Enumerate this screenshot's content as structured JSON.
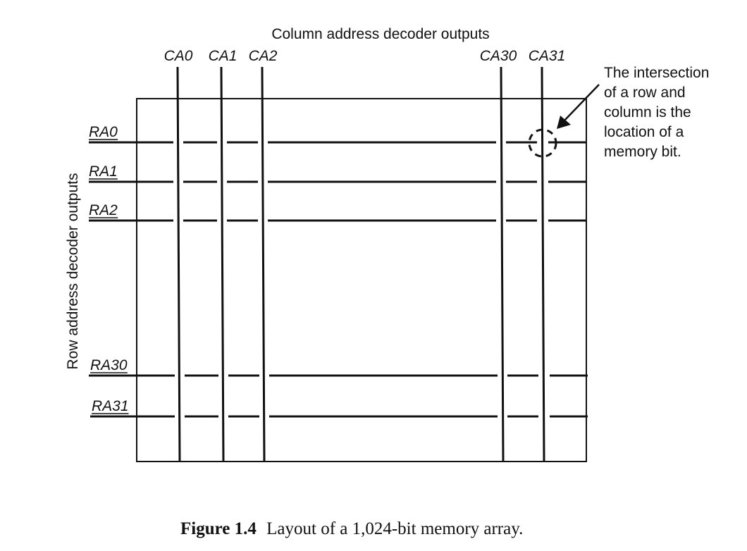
{
  "diagram": {
    "column_heading": "Column address decoder outputs",
    "row_heading": "Row address decoder outputs",
    "column_labels": [
      "CA0",
      "CA1",
      "CA2",
      "CA30",
      "CA31"
    ],
    "row_labels": [
      "RA0",
      "RA1",
      "RA2",
      "RA30",
      "RA31"
    ],
    "annotation_lines": [
      "The intersection",
      "of a row and",
      "column is the",
      "location of a",
      "memory bit."
    ],
    "caption_number": "Figure 1.4",
    "caption_text": "Layout of a 1,024-bit memory array."
  },
  "colors": {
    "ink": "#111111",
    "background": "#ffffff"
  }
}
